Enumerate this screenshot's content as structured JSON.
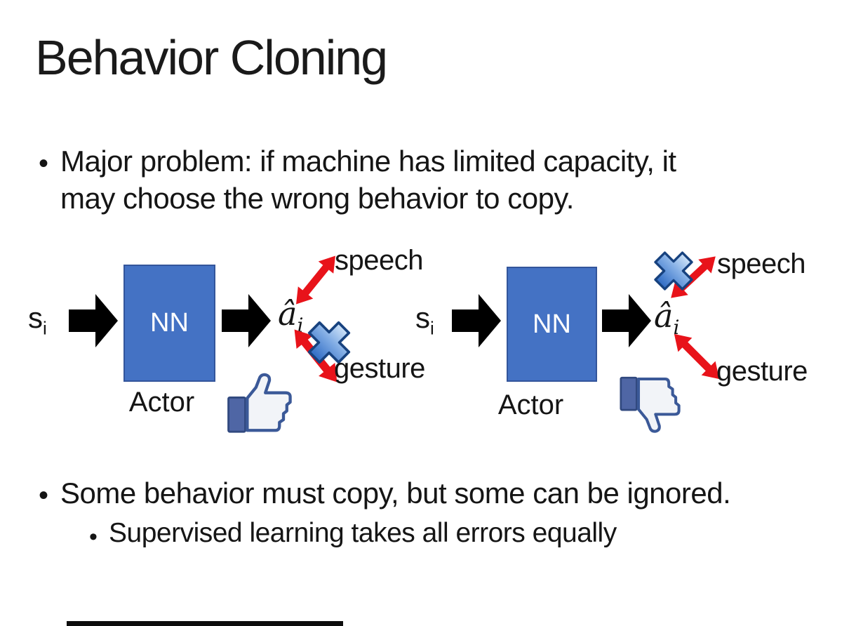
{
  "slide": {
    "title": "Behavior Cloning",
    "marker": "•",
    "bullet1_line1": "Major problem: if machine has limited capacity, it",
    "bullet1_line2": "may choose the wrong behavior to copy.",
    "bullet2": "Some behavior must copy, but some can be ignored.",
    "bullet2_sub": "Supervised learning takes all errors equally"
  },
  "diagram_left": {
    "input": "s",
    "input_sub": "i",
    "nn_label": "NN",
    "caption": "Actor",
    "output": "â",
    "output_sub": "i",
    "speech_label": "speech",
    "gesture_label": "gesture",
    "crossed_out": "gesture",
    "feedback_icon": "thumbs-up-icon"
  },
  "diagram_right": {
    "input": "s",
    "input_sub": "i",
    "nn_label": "NN",
    "caption": "Actor",
    "output": "â",
    "output_sub": "i",
    "speech_label": "speech",
    "gesture_label": "gesture",
    "crossed_out": "speech",
    "feedback_icon": "thumbs-down-icon"
  },
  "colors": {
    "nn_box_fill": "#4472C4",
    "nn_box_border": "#33559B",
    "black_arrow": "#000000",
    "red_arrow": "#E8131A",
    "cross_blue_light": "#CFE3F8",
    "cross_blue_dark": "#2F6BC4",
    "cross_outline": "#17427F",
    "thumb_outline": "#3B5998",
    "thumb_fill": "#F2F4F8",
    "thumb_cuff": "#4F66A5",
    "text": "#151515"
  }
}
